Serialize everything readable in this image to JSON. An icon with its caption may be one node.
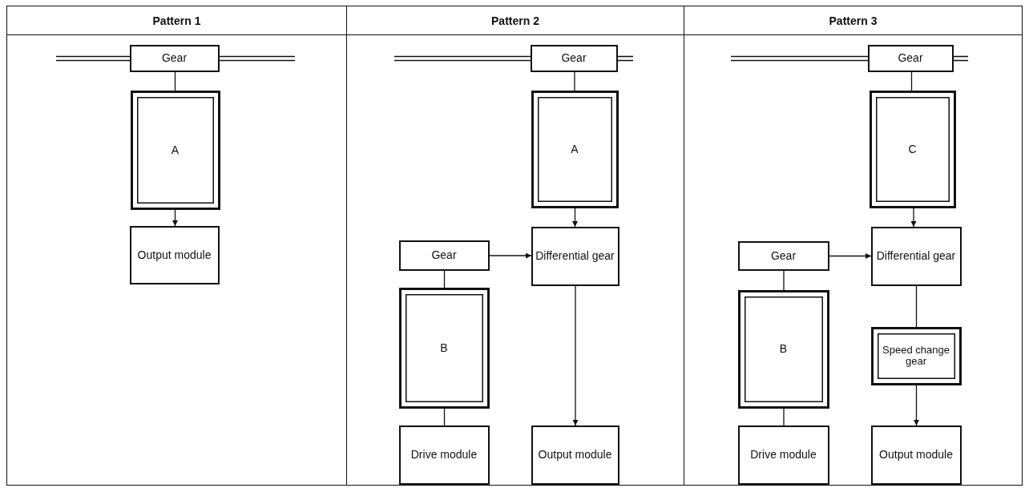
{
  "diagram": {
    "nodes": [
      {
        "text": [
          "Pattern 1"
        ]
      },
      {
        "text": [
          "Gear"
        ],
        "in": 0
      },
      {
        "text": [
          "A"
        ],
        "in": 0
      },
      {
        "text": [
          "Output module"
        ],
        "in": 0
      },
      {
        "text": [
          "Pattern 2"
        ]
      },
      {
        "text": [
          "Gear"
        ],
        "in": 4
      },
      {
        "text": [
          "A"
        ],
        "in": 4
      },
      {
        "text": [
          "Differential gear"
        ],
        "in": 4
      },
      {
        "text": [
          "Gear"
        ],
        "in": 4
      },
      {
        "text": [
          "B"
        ],
        "in": 4
      },
      {
        "text": [
          "Drive module"
        ],
        "in": 4
      },
      {
        "text": [
          "Output module"
        ],
        "in": 4
      },
      {
        "text": [
          "Pattern 3"
        ]
      },
      {
        "text": [
          "Gear"
        ],
        "in": 12
      },
      {
        "text": [
          "C"
        ],
        "in": 12
      },
      {
        "text": [
          "Differential gear"
        ],
        "in": 12
      },
      {
        "text": [
          "Gear"
        ],
        "in": 12
      },
      {
        "text": [
          "B"
        ],
        "in": 12
      },
      {
        "text": [
          "Speed change gear"
        ],
        "in": 12
      },
      {
        "text": [
          "Drive module"
        ],
        "in": 12
      },
      {
        "text": [
          "Output module"
        ],
        "in": 12
      }
    ],
    "edges": [
      {
        "from": 1,
        "to": 2,
        "arrow": "none"
      },
      {
        "from": 2,
        "to": 3,
        "arrow": "to"
      },
      {
        "from": 5,
        "to": 6,
        "arrow": "none"
      },
      {
        "from": 6,
        "to": 7,
        "arrow": "to"
      },
      {
        "from": 8,
        "to": 7,
        "arrow": "to"
      },
      {
        "from": 8,
        "to": 9,
        "arrow": "none"
      },
      {
        "from": 9,
        "to": 10,
        "arrow": "none"
      },
      {
        "from": 7,
        "to": 11,
        "arrow": "to"
      },
      {
        "from": 13,
        "to": 14,
        "arrow": "none"
      },
      {
        "from": 14,
        "to": 15,
        "arrow": "to"
      },
      {
        "from": 16,
        "to": 15,
        "arrow": "to"
      },
      {
        "from": 16,
        "to": 17,
        "arrow": "none"
      },
      {
        "from": 17,
        "to": 19,
        "arrow": "none"
      },
      {
        "from": 15,
        "to": 18,
        "arrow": "none"
      },
      {
        "from": 18,
        "to": 20,
        "arrow": "to"
      }
    ]
  }
}
